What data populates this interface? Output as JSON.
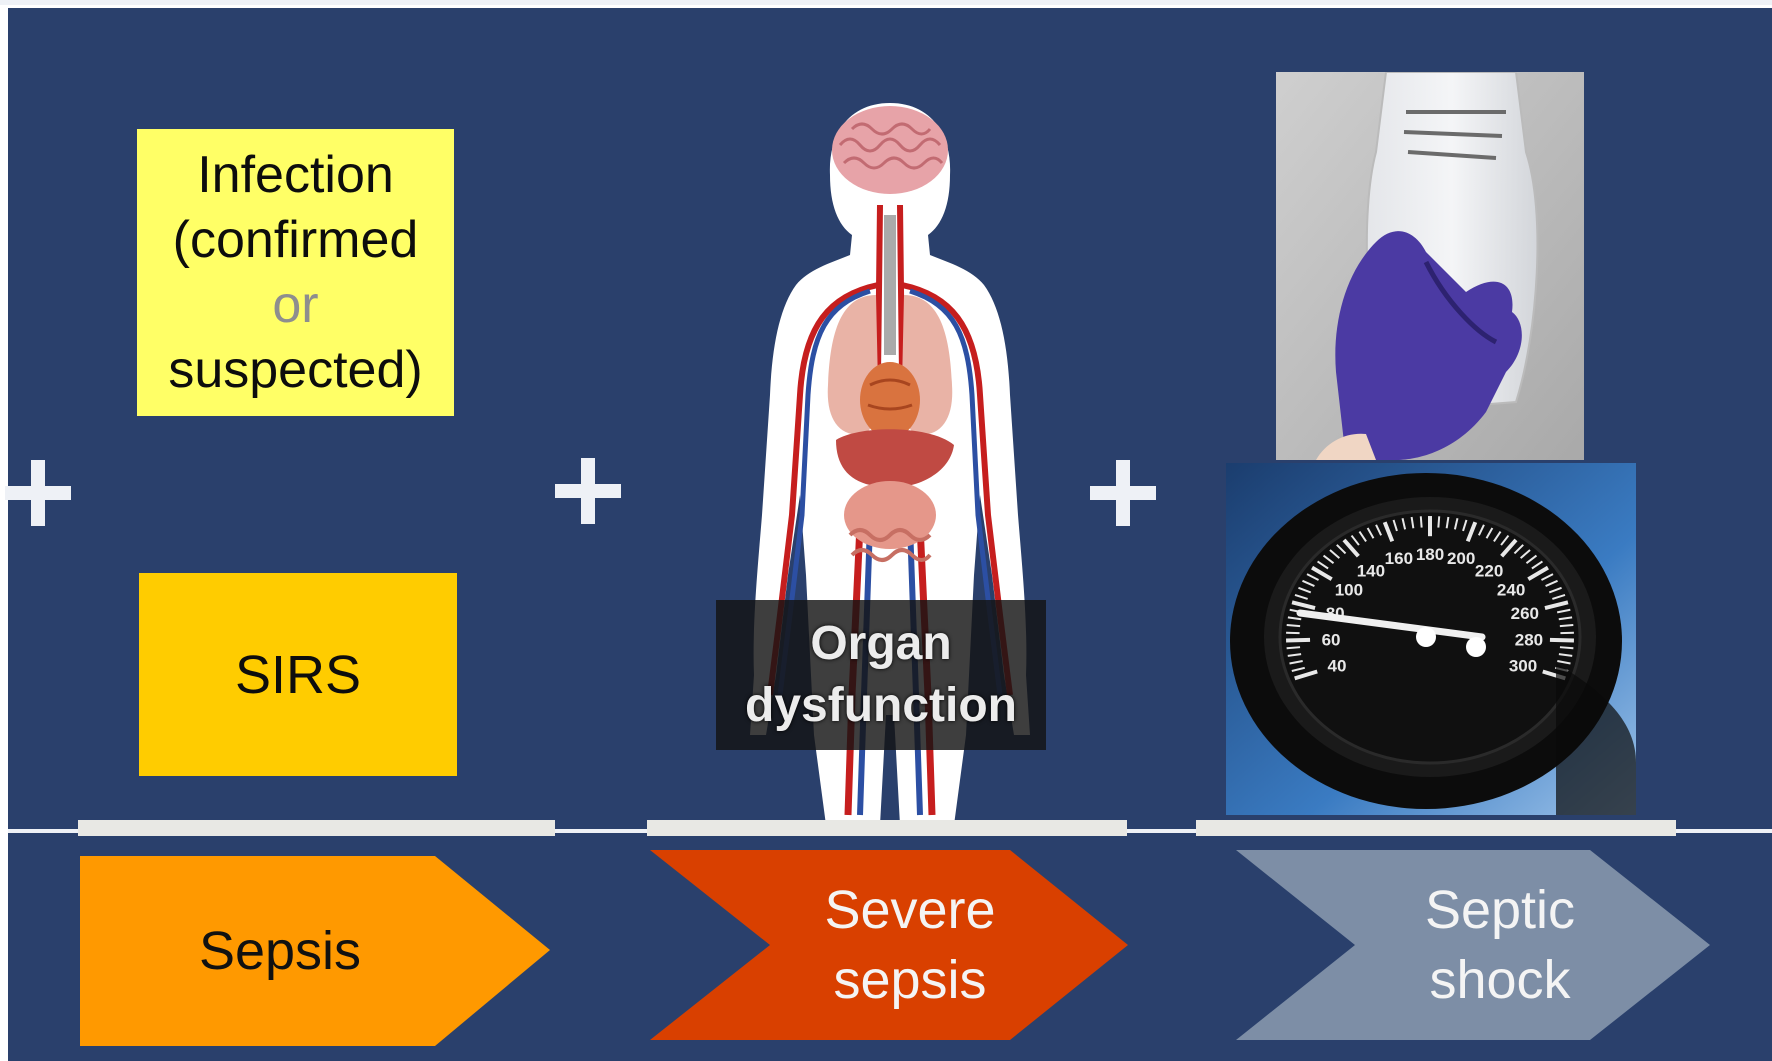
{
  "boxes": {
    "infection": {
      "line1": "Infection",
      "line2": "(confirmed",
      "line3": "or",
      "line4": "suspected)"
    },
    "sirs": "SIRS"
  },
  "organ_label": {
    "line1": "Organ",
    "line2": "dysfunction"
  },
  "stages": [
    {
      "line1": "Sepsis",
      "line2": "",
      "color": "#ff9900"
    },
    {
      "line1": "Severe",
      "line2": "sepsis",
      "color": "#d94000"
    },
    {
      "line1": "Septic",
      "line2": "shock",
      "color": "#7d8ea6"
    }
  ],
  "gauge_ticks": [
    "40",
    "60",
    "80",
    "100",
    "140",
    "160",
    "180",
    "200",
    "220",
    "240",
    "260",
    "280",
    "300"
  ],
  "colors": {
    "background": "#2a406c",
    "infection_box": "#ffff66",
    "sirs_box": "#ffcc00"
  },
  "icons": [
    "plus-icon",
    "human-anatomy-image",
    "iv-bag-image",
    "blood-pressure-gauge-image"
  ]
}
